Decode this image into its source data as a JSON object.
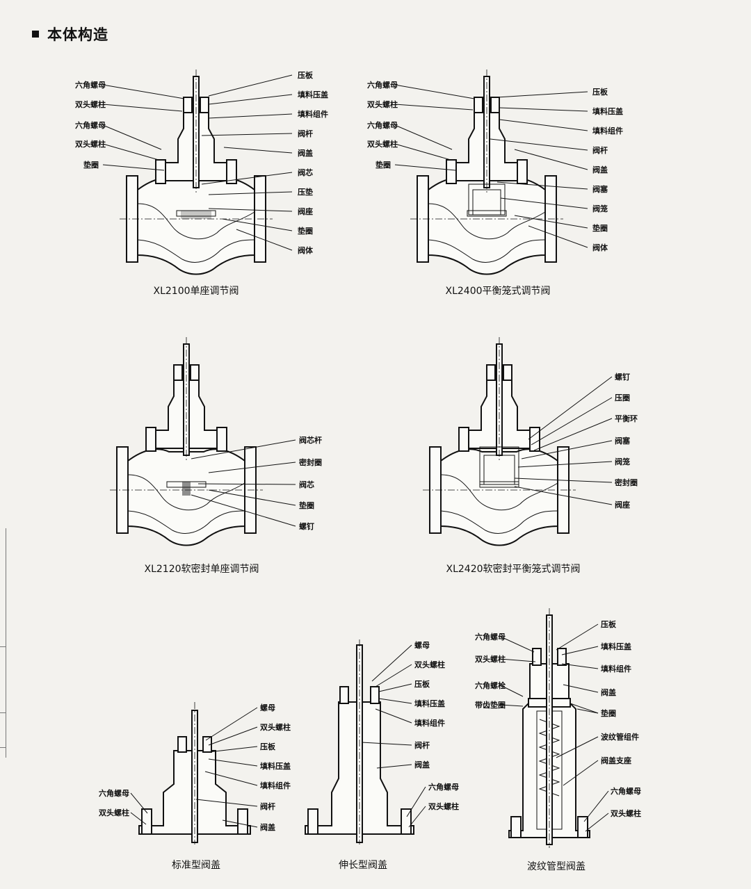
{
  "section": {
    "marker": "■",
    "title": "本体构造"
  },
  "figures": {
    "xl2100": {
      "caption": "XL2100单座调节阀",
      "left_labels": [
        "六角螺母",
        "双头螺柱",
        "六角螺母",
        "双头螺柱",
        "垫圈"
      ],
      "right_labels": [
        "压板",
        "填料压盖",
        "填料组件",
        "阀杆",
        "阀盖",
        "阀芯",
        "压垫",
        "阀座",
        "垫圈",
        "阀体"
      ]
    },
    "xl2400": {
      "caption": "XL2400平衡笼式调节阀",
      "left_labels": [
        "六角螺母",
        "双头螺柱",
        "六角螺母",
        "双头螺柱",
        "垫圈"
      ],
      "right_labels": [
        "压板",
        "填料压盖",
        "填料组件",
        "阀杆",
        "阀盖",
        "阀塞",
        "阀笼",
        "垫圈",
        "阀体"
      ]
    },
    "xl2120": {
      "caption": "XL2120软密封单座调节阀",
      "right_labels": [
        "阀芯杆",
        "密封圈",
        "阀芯",
        "垫圈",
        "螺钉"
      ]
    },
    "xl2420": {
      "caption": "XL2420软密封平衡笼式调节阀",
      "right_labels": [
        "螺钉",
        "压圈",
        "平衡环",
        "阀塞",
        "阀笼",
        "密封圈",
        "阀座"
      ]
    },
    "standard_bonnet": {
      "caption": "标准型阀盖",
      "left_labels": [
        "六角螺母",
        "双头螺柱"
      ],
      "right_labels": [
        "螺母",
        "双头螺柱",
        "压板",
        "填料压盖",
        "填料组件",
        "阀杆",
        "阀盖"
      ]
    },
    "extended_bonnet": {
      "caption": "伸长型阀盖",
      "right_labels": [
        "螺母",
        "双头螺柱",
        "压板",
        "填料压盖",
        "填料组件",
        "阀杆",
        "阀盖",
        "六角螺母",
        "双头螺柱"
      ]
    },
    "bellows_bonnet": {
      "caption": "波纹管型阀盖",
      "left_labels": [
        "六角螺母",
        "双头螺柱",
        "六角螺栓",
        "带齿垫圈"
      ],
      "right_labels": [
        "压板",
        "填料压盖",
        "填料组件",
        "阀盖",
        "垫圈",
        "波纹管组件",
        "阀盖支座",
        "六角螺母",
        "双头螺柱"
      ]
    }
  }
}
